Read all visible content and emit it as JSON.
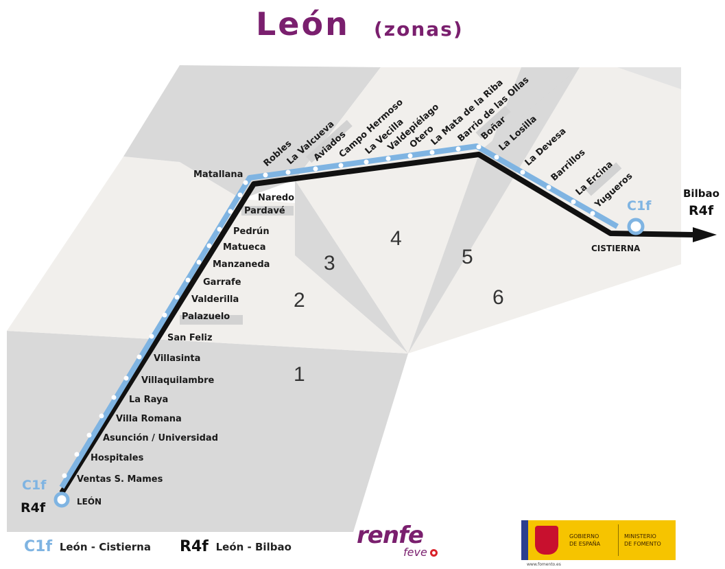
{
  "title": {
    "main": "León",
    "sub": "(zonas)"
  },
  "zones": [
    "1",
    "2",
    "3",
    "4",
    "5",
    "6"
  ],
  "line_codes": {
    "c1": "C1f",
    "r4": "R4f"
  },
  "stations": [
    {
      "name": "LEÓN"
    },
    {
      "name": "Ventas S. Mames"
    },
    {
      "name": "Hospitales"
    },
    {
      "name": "Asunción / Universidad"
    },
    {
      "name": "Villa Romana"
    },
    {
      "name": "La Raya"
    },
    {
      "name": "Villaquilambre"
    },
    {
      "name": "Villasinta"
    },
    {
      "name": "San Feliz"
    },
    {
      "name": "Palazuelo"
    },
    {
      "name": "Valderilla"
    },
    {
      "name": "Garrafe"
    },
    {
      "name": "Manzaneda"
    },
    {
      "name": "Matueca"
    },
    {
      "name": "Pedrún"
    },
    {
      "name": "Pardavé"
    },
    {
      "name": "Naredo"
    },
    {
      "name": "Matallana"
    },
    {
      "name": "Robles"
    },
    {
      "name": "La Valcueva"
    },
    {
      "name": "Aviados"
    },
    {
      "name": "Campo Hermoso"
    },
    {
      "name": "La Vecilla"
    },
    {
      "name": "Valdepiélago"
    },
    {
      "name": "Otero"
    },
    {
      "name": "La Mata de la Riba"
    },
    {
      "name": "Barrio de las Ollas"
    },
    {
      "name": "Boñar"
    },
    {
      "name": "La Losilla"
    },
    {
      "name": "La Devesa"
    },
    {
      "name": "Barrillos"
    },
    {
      "name": "La Ercina"
    },
    {
      "name": "Yugueros"
    },
    {
      "name": "CISTIERNA"
    }
  ],
  "destination": {
    "name": "Bilbao",
    "code": "R4f"
  },
  "legend": [
    {
      "code": "C1f",
      "text": "León - Cistierna",
      "color": "#7fb4e2"
    },
    {
      "code": "R4f",
      "text": "León - Bilbao",
      "color": "#111111"
    }
  ],
  "logos": {
    "renfe": "renfe",
    "feve": "feve",
    "gov_left": [
      "GOBIERNO",
      "DE ESPAÑA"
    ],
    "gov_right": [
      "MINISTERIO",
      "DE FOMENTO"
    ],
    "url": "www.fomento.es"
  },
  "colors": {
    "title": "#7a1f6e",
    "c1_line": "#7fb4e2",
    "r4_line": "#111111",
    "zone_dark": "#d9d9d9",
    "zone_light": "#f1efec"
  }
}
